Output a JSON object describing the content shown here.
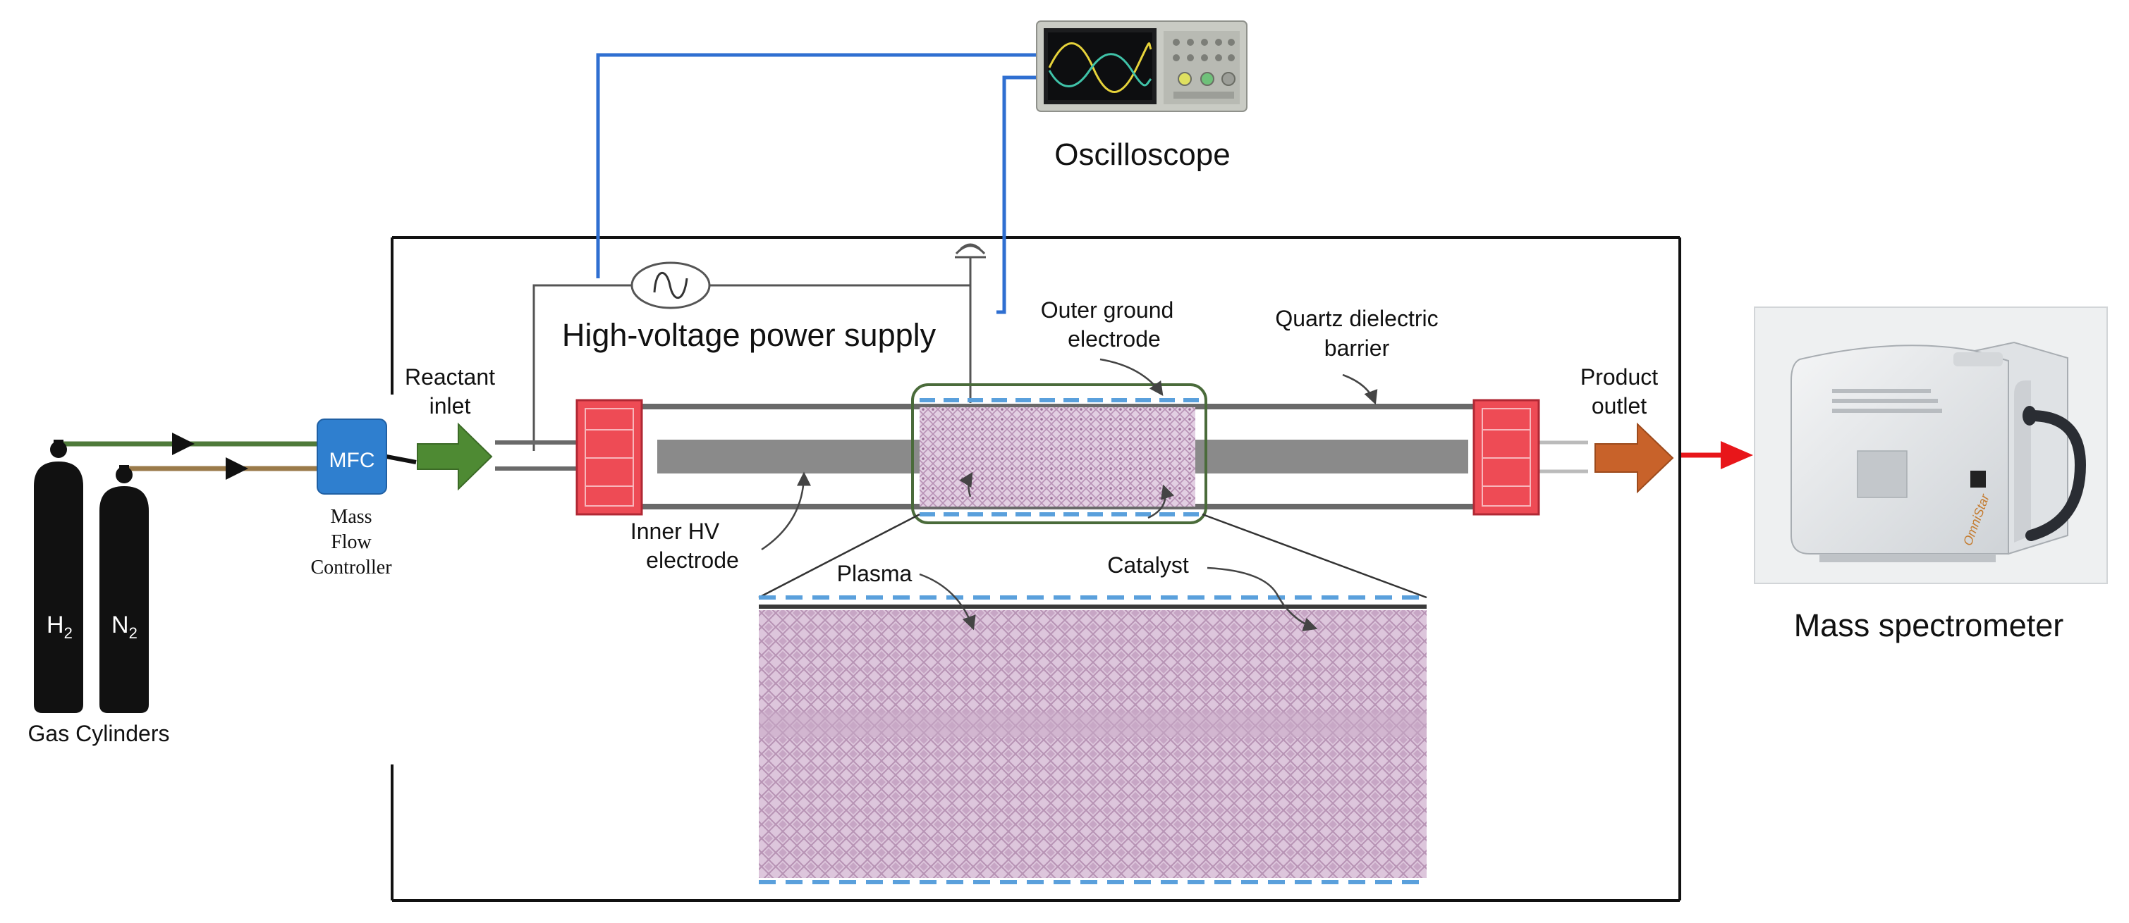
{
  "labels": {
    "oscilloscope": "Oscilloscope",
    "power_supply": "High-voltage power supply",
    "reactant_inlet_1": "Reactant",
    "reactant_inlet_2": "inlet",
    "mfc_box": "MFC",
    "mfc_caption_1": "Mass",
    "mfc_caption_2": "Flow",
    "mfc_caption_3": "Controller",
    "gas_cylinders": "Gas Cylinders",
    "h2": "H",
    "h2_sub": "2",
    "n2": "N",
    "n2_sub": "2",
    "outer_electrode_1": "Outer ground",
    "outer_electrode_2": "electrode",
    "quartz_barrier_1": "Quartz dielectric",
    "quartz_barrier_2": "barrier",
    "product_outlet_1": "Product",
    "product_outlet_2": "outlet",
    "inner_electrode_1": "Inner HV",
    "inner_electrode_2": "electrode",
    "plasma": "Plasma",
    "catalyst": "Catalyst",
    "mass_spectrometer": "Mass spectrometer",
    "device_brand": "OmniStar"
  },
  "colors": {
    "signal_wire": "#2f6fd1",
    "electrode_dash": "#5aa0dc",
    "flange": "#ee4b55",
    "mfc": "#2f7fcf",
    "inlet_arrow": "#4e8a33",
    "outlet_arrow": "#c8622a",
    "ms_arrow": "#e8161a",
    "plasma_fill": "#d9c4d9",
    "highlight_box": "#4a6b3a",
    "h2_line": "#4f7a3a",
    "n2_line": "#9a7a4a"
  }
}
